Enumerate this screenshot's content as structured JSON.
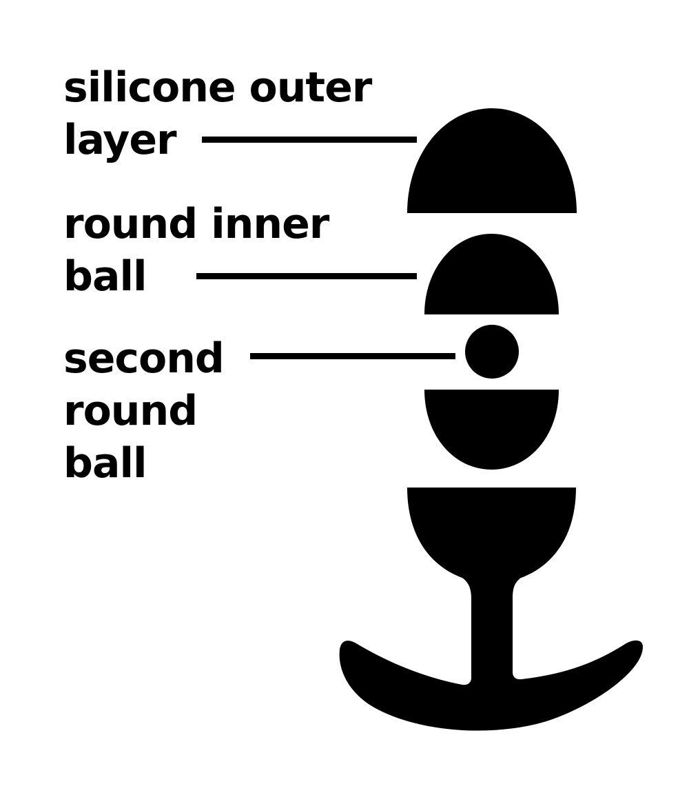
{
  "labels": {
    "outer_layer": [
      "silicone outer",
      "layer"
    ],
    "inner_ball": [
      "round inner",
      "ball"
    ],
    "second_ball": [
      "second",
      "round",
      "ball"
    ]
  },
  "colors": {
    "ink": "#000000",
    "background": "#ffffff"
  }
}
